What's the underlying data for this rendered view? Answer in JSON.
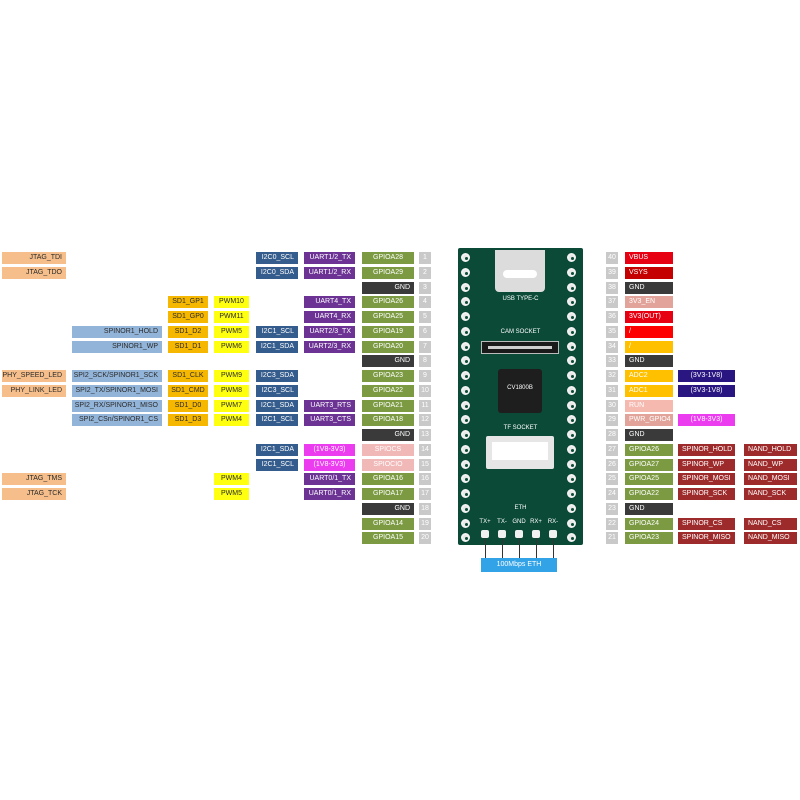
{
  "colors": {
    "jtag": "#f5be8a",
    "spi": "#92b4d8",
    "sd": "#f5b700",
    "pwm": "#ffff10",
    "i2c": "#345c8c",
    "uart": "#6c3395",
    "gpio": "#7b9a41",
    "gnd": "#3a3a3a",
    "pin_num": "#c9c9c9",
    "vbus": "#e60012",
    "vsys": "#c40000",
    "en": "#e2a49a",
    "volt_out": "#e60012",
    "red": "#ff0000",
    "adc": "#ffc000",
    "volt": "#2a1681",
    "run": "#f5b9b0",
    "pwr": "#e2a49a",
    "magenta": "#ec3cf0",
    "spinor": "#9e2b2b",
    "pink": "#f1b8b8",
    "eth": "#33a3e8",
    "board": "#0b4a37"
  },
  "left_rows": [
    {
      "pin": "1",
      "labels": [
        {
          "text": "GPIOA28",
          "kind": "gpio"
        },
        {
          "text": "UART1/2_TX",
          "kind": "uart"
        },
        {
          "text": "I2C0_SCL",
          "kind": "i2c"
        },
        {
          "text": "JTAG_TDI",
          "kind": "jtag"
        }
      ]
    },
    {
      "pin": "2",
      "labels": [
        {
          "text": "GPIOA29",
          "kind": "gpio"
        },
        {
          "text": "UART1/2_RX",
          "kind": "uart"
        },
        {
          "text": "I2C0_SDA",
          "kind": "i2c"
        },
        {
          "text": "JTAG_TDO",
          "kind": "jtag"
        }
      ]
    },
    {
      "pin": "3",
      "labels": [
        {
          "text": "GND",
          "kind": "gnd"
        }
      ]
    },
    {
      "pin": "4",
      "labels": [
        {
          "text": "GPIOA26",
          "kind": "gpio"
        },
        {
          "text": "UART4_TX",
          "kind": "uart"
        },
        {
          "text": "PWM10",
          "kind": "pwm"
        },
        {
          "text": "SD1_GP1",
          "kind": "sd"
        }
      ]
    },
    {
      "pin": "5",
      "labels": [
        {
          "text": "GPIOA25",
          "kind": "gpio"
        },
        {
          "text": "UART4_RX",
          "kind": "uart"
        },
        {
          "text": "PWM11",
          "kind": "pwm"
        },
        {
          "text": "SD1_GP0",
          "kind": "sd"
        }
      ]
    },
    {
      "pin": "6",
      "labels": [
        {
          "text": "GPIOA19",
          "kind": "gpio"
        },
        {
          "text": "UART2/3_TX",
          "kind": "uart"
        },
        {
          "text": "I2C1_SCL",
          "kind": "i2c"
        },
        {
          "text": "PWM5",
          "kind": "pwm"
        },
        {
          "text": "SD1_D2",
          "kind": "sd"
        },
        {
          "text": "SPINOR1_HOLD",
          "kind": "spi"
        }
      ]
    },
    {
      "pin": "7",
      "labels": [
        {
          "text": "GPIOA20",
          "kind": "gpio"
        },
        {
          "text": "UART2/3_RX",
          "kind": "uart"
        },
        {
          "text": "I2C1_SDA",
          "kind": "i2c"
        },
        {
          "text": "PWM6",
          "kind": "pwm"
        },
        {
          "text": "SD1_D1",
          "kind": "sd"
        },
        {
          "text": "SPINOR1_WP",
          "kind": "spi"
        }
      ]
    },
    {
      "pin": "8",
      "labels": [
        {
          "text": "GND",
          "kind": "gnd"
        }
      ]
    },
    {
      "pin": "9",
      "labels": [
        {
          "text": "GPIOA23",
          "kind": "gpio"
        },
        {
          "text": "I2C3_SDA",
          "kind": "i2c"
        },
        {
          "text": "PWM9",
          "kind": "pwm"
        },
        {
          "text": "SD1_CLK",
          "kind": "sd"
        },
        {
          "text": "SPI2_SCK/SPINOR1_SCK",
          "kind": "spi"
        },
        {
          "text": "PHY_SPEED_LED",
          "kind": "jtag"
        }
      ]
    },
    {
      "pin": "10",
      "labels": [
        {
          "text": "GPIOA22",
          "kind": "gpio"
        },
        {
          "text": "I2C3_SCL",
          "kind": "i2c"
        },
        {
          "text": "PWM8",
          "kind": "pwm"
        },
        {
          "text": "SD1_CMD",
          "kind": "sd"
        },
        {
          "text": "SPI2_TX/SPINOR1_MOSI",
          "kind": "spi"
        },
        {
          "text": "PHY_LINK_LED",
          "kind": "jtag"
        }
      ]
    },
    {
      "pin": "11",
      "labels": [
        {
          "text": "GPIOA21",
          "kind": "gpio"
        },
        {
          "text": "UART3_RTS",
          "kind": "uart"
        },
        {
          "text": "I2C1_SDA",
          "kind": "i2c"
        },
        {
          "text": "PWM7",
          "kind": "pwm"
        },
        {
          "text": "SD1_D0",
          "kind": "sd"
        },
        {
          "text": "SPI2_RX/SPINOR1_MISO",
          "kind": "spi"
        }
      ]
    },
    {
      "pin": "12",
      "labels": [
        {
          "text": "GPIOA18",
          "kind": "gpio"
        },
        {
          "text": "UART3_CTS",
          "kind": "uart"
        },
        {
          "text": "I2C1_SCL",
          "kind": "i2c"
        },
        {
          "text": "PWM4",
          "kind": "pwm"
        },
        {
          "text": "SD1_D3",
          "kind": "sd"
        },
        {
          "text": "SPI2_CSn/SPINOR1_CS",
          "kind": "spi"
        }
      ]
    },
    {
      "pin": "13",
      "labels": [
        {
          "text": "GND",
          "kind": "gnd"
        }
      ]
    },
    {
      "pin": "14",
      "labels": [
        {
          "text": "SPIOCS",
          "kind": "pink"
        },
        {
          "text": "(1V8-3V3)",
          "kind": "magenta"
        },
        {
          "text": "I2C1_SDA",
          "kind": "i2c"
        }
      ]
    },
    {
      "pin": "15",
      "labels": [
        {
          "text": "SPIOCIO",
          "kind": "pink"
        },
        {
          "text": "(1V8-3V3)",
          "kind": "magenta"
        },
        {
          "text": "I2C1_SCL",
          "kind": "i2c"
        }
      ]
    },
    {
      "pin": "16",
      "labels": [
        {
          "text": "GPIOA16",
          "kind": "gpio"
        },
        {
          "text": "UART0/1_TX",
          "kind": "uart"
        },
        {
          "text": "PWM4",
          "kind": "pwm"
        },
        {
          "text": "JTAG_TMS",
          "kind": "jtag"
        }
      ]
    },
    {
      "pin": "17",
      "labels": [
        {
          "text": "GPIOA17",
          "kind": "gpio"
        },
        {
          "text": "UART0/1_RX",
          "kind": "uart"
        },
        {
          "text": "PWM5",
          "kind": "pwm"
        },
        {
          "text": "JTAG_TCK",
          "kind": "jtag"
        }
      ]
    },
    {
      "pin": "18",
      "labels": [
        {
          "text": "GND",
          "kind": "gnd"
        }
      ]
    },
    {
      "pin": "19",
      "labels": [
        {
          "text": "GPIOA14",
          "kind": "gpio"
        }
      ]
    },
    {
      "pin": "20",
      "labels": [
        {
          "text": "GPIOA15",
          "kind": "gpio"
        }
      ]
    }
  ],
  "right_rows": [
    {
      "pin": "40",
      "labels": [
        {
          "text": "VBUS",
          "kind": "vbus"
        }
      ]
    },
    {
      "pin": "39",
      "labels": [
        {
          "text": "VSYS",
          "kind": "vsys"
        }
      ]
    },
    {
      "pin": "38",
      "labels": [
        {
          "text": "GND",
          "kind": "gnd"
        }
      ]
    },
    {
      "pin": "37",
      "labels": [
        {
          "text": "3V3_EN",
          "kind": "en"
        }
      ]
    },
    {
      "pin": "36",
      "labels": [
        {
          "text": "3V3(OUT)",
          "kind": "volt_out"
        }
      ]
    },
    {
      "pin": "35",
      "labels": [
        {
          "text": "/",
          "kind": "red"
        }
      ]
    },
    {
      "pin": "34",
      "labels": [
        {
          "text": "/",
          "kind": "adc"
        }
      ]
    },
    {
      "pin": "33",
      "labels": [
        {
          "text": "GND",
          "kind": "gnd"
        }
      ]
    },
    {
      "pin": "32",
      "labels": [
        {
          "text": "ADC2",
          "kind": "adc"
        },
        {
          "text": "(3V3-1V8)",
          "kind": "volt"
        }
      ]
    },
    {
      "pin": "31",
      "labels": [
        {
          "text": "ADC1",
          "kind": "adc"
        },
        {
          "text": "(3V3-1V8)",
          "kind": "volt"
        }
      ]
    },
    {
      "pin": "30",
      "labels": [
        {
          "text": "RUN",
          "kind": "run"
        }
      ]
    },
    {
      "pin": "29",
      "labels": [
        {
          "text": "PWR_GPIO4",
          "kind": "pwr"
        },
        {
          "text": "(1V8-3V3)",
          "kind": "magenta"
        }
      ]
    },
    {
      "pin": "28",
      "labels": [
        {
          "text": "GND",
          "kind": "gnd"
        }
      ]
    },
    {
      "pin": "27",
      "labels": [
        {
          "text": "GPIOA26",
          "kind": "gpio"
        },
        {
          "text": "SPINOR_HOLD",
          "kind": "spinor"
        },
        {
          "text": "NAND_HOLD",
          "kind": "spinor"
        }
      ]
    },
    {
      "pin": "26",
      "labels": [
        {
          "text": "GPIOA27",
          "kind": "gpio"
        },
        {
          "text": "SPINOR_WP",
          "kind": "spinor"
        },
        {
          "text": "NAND_WP",
          "kind": "spinor"
        }
      ]
    },
    {
      "pin": "25",
      "labels": [
        {
          "text": "GPIOA25",
          "kind": "gpio"
        },
        {
          "text": "SPINOR_MOSI",
          "kind": "spinor"
        },
        {
          "text": "NAND_MOSI",
          "kind": "spinor"
        }
      ]
    },
    {
      "pin": "24",
      "labels": [
        {
          "text": "GPIOA22",
          "kind": "gpio"
        },
        {
          "text": "SPINOR_SCK",
          "kind": "spinor"
        },
        {
          "text": "NAND_SCK",
          "kind": "spinor"
        }
      ]
    },
    {
      "pin": "23",
      "labels": [
        {
          "text": "GND",
          "kind": "gnd"
        }
      ]
    },
    {
      "pin": "22",
      "labels": [
        {
          "text": "GPIOA24",
          "kind": "gpio"
        },
        {
          "text": "SPINOR_CS",
          "kind": "spinor"
        },
        {
          "text": "NAND_CS",
          "kind": "spinor"
        }
      ]
    },
    {
      "pin": "21",
      "labels": [
        {
          "text": "GPIOA23",
          "kind": "gpio"
        },
        {
          "text": "SPINOR_MISO",
          "kind": "spinor"
        },
        {
          "text": "NAND_MISO",
          "kind": "spinor"
        }
      ]
    }
  ],
  "board": {
    "usb_label": "USB TYPE-C",
    "cam_label": "CAM SOCKET",
    "chip_label": "CV1800B",
    "tf_label": "TF SOCKET",
    "eth_label": "ETH",
    "eth_pins": [
      "TX+",
      "TX-",
      "GND",
      "RX+",
      "RX-"
    ],
    "eth_box_label": "100Mbps ETH"
  }
}
